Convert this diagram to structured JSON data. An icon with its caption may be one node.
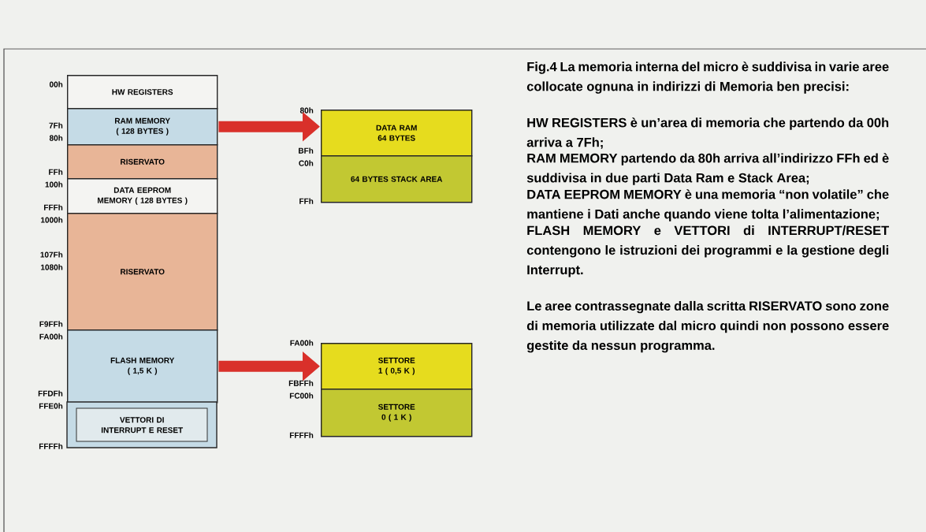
{
  "diagram": {
    "caption": "Fig.4 La memoria interna del micro è suddivisa in varie aree collocate ognuna in indirizzi di Memoria ben precisi:",
    "nodes": [
      {
        "text": [
          "HW REGISTERS"
        ]
      },
      {
        "text": [
          "RAM MEMORY ( 128 BYTES )"
        ]
      },
      {
        "text": [
          "RISERVATO"
        ]
      },
      {
        "text": [
          "DATA EEPROM MEMORY ( 128 BYTES )"
        ]
      },
      {
        "text": [
          "RISERVATO"
        ]
      },
      {
        "text": [
          "FLASH MEMORY ( 1,5 K )"
        ]
      },
      {
        "text": [
          "VETTORI DI INTERRUPT E RESET"
        ]
      },
      {
        "text": [
          "DATA RAM 64 BYTES"
        ]
      },
      {
        "text": [
          "64 BYTES STACK AREA"
        ]
      },
      {
        "text": [
          "SETTORE 1 ( 0,5 K )"
        ]
      },
      {
        "text": [
          "SETTORE 0 ( 1 K )"
        ]
      }
    ],
    "edges": [
      {
        "from": 1,
        "to": 7,
        "arrow": "to"
      },
      {
        "from": 5,
        "to": 9,
        "arrow": "to"
      }
    ],
    "labels": [
      "00h",
      "7Fh",
      "80h",
      "FFh",
      "100h",
      "FFFh",
      "1000h",
      "107Fh",
      "1080h",
      "F9FFh",
      "FA00h",
      "FFDFh",
      "FFE0h",
      "FFFFh",
      "80h",
      "BFh",
      "C0h",
      "FFh",
      "FA00h",
      "FBFFh",
      "FC00h",
      "FFFFh",
      "HW REGISTERS è un’area di memoria che partendo da 00h arriva a 7Fh;",
      "RAM MEMORY partendo da 80h arriva all’indirizzo FFh ed è suddivisa in due parti Data Ram e Stack Area;",
      "DATA EEPROM MEMORY è una memoria “non volatile” che mantiene i Dati anche quando viene tolta l’alimentazione;",
      "FLASH MEMORY e VETTORI di INTERRUPT/RESET contengono le istruzioni dei programmi e la gestione degli Interrupt.",
      "Le aree contrassegnate dalla scritta RISERVATO sono zone di memoria utilizzate dal micro quindi non possono essere gestite da nessun programma."
    ]
  }
}
